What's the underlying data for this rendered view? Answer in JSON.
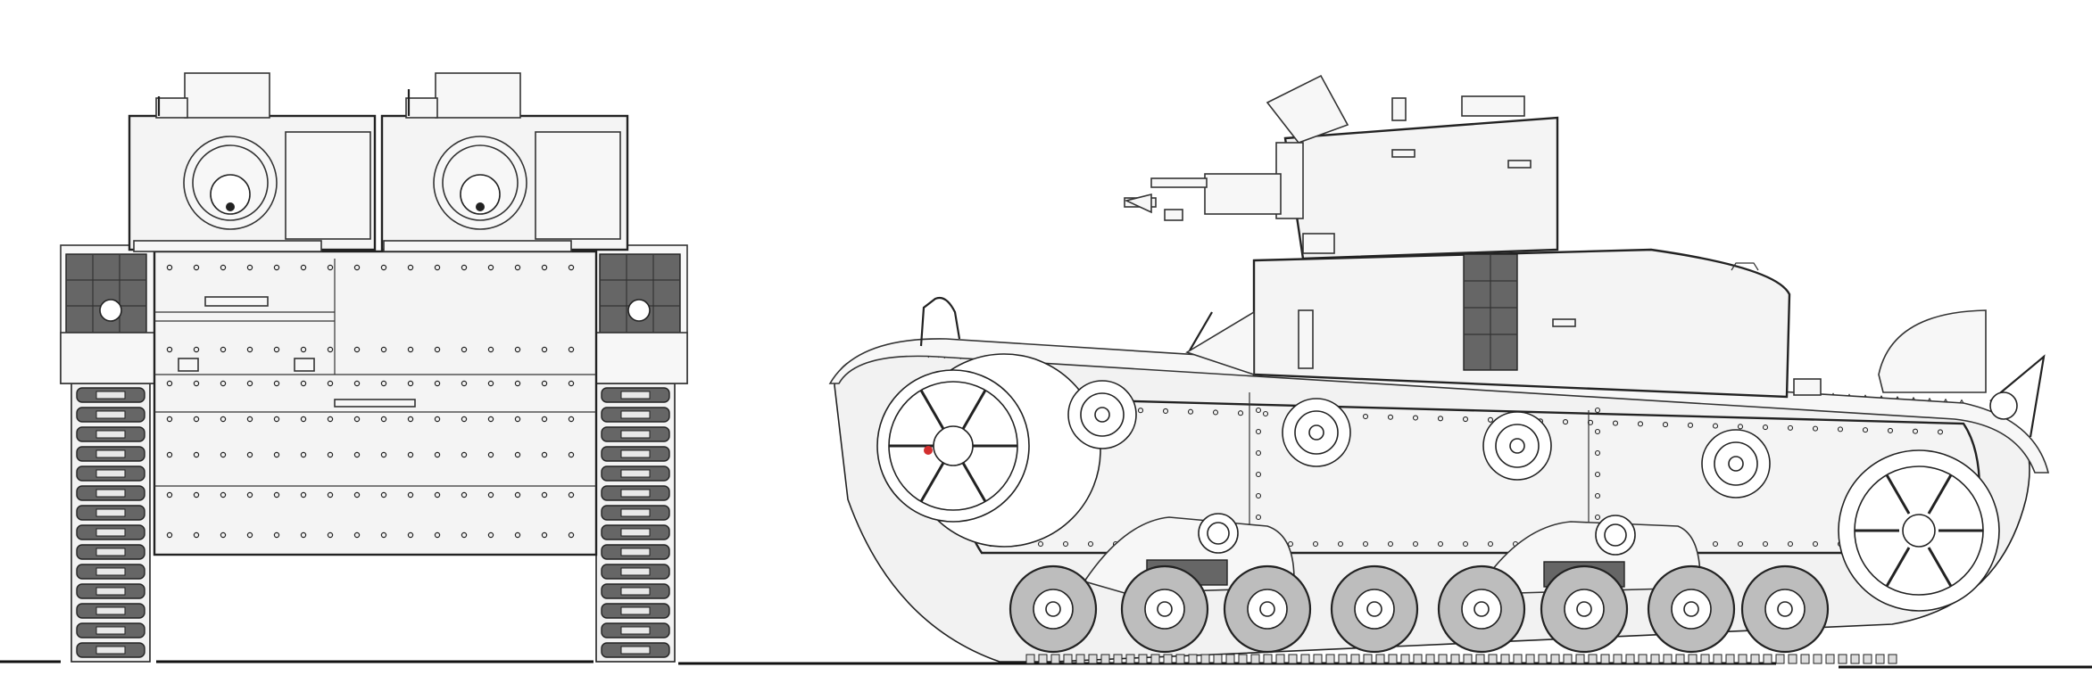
{
  "drawing": {
    "views": [
      "front-view",
      "side-view"
    ],
    "colors": {
      "line": "#222222",
      "body_fill": "#f4f4f4",
      "track_fill": "#666666",
      "road_wheel_fill": "#bdbdbd",
      "accent_dot": "#d32f2f",
      "background": "#ffffff"
    },
    "turret_count": 2,
    "road_wheel_count": 8,
    "return_roller_count": 4
  }
}
